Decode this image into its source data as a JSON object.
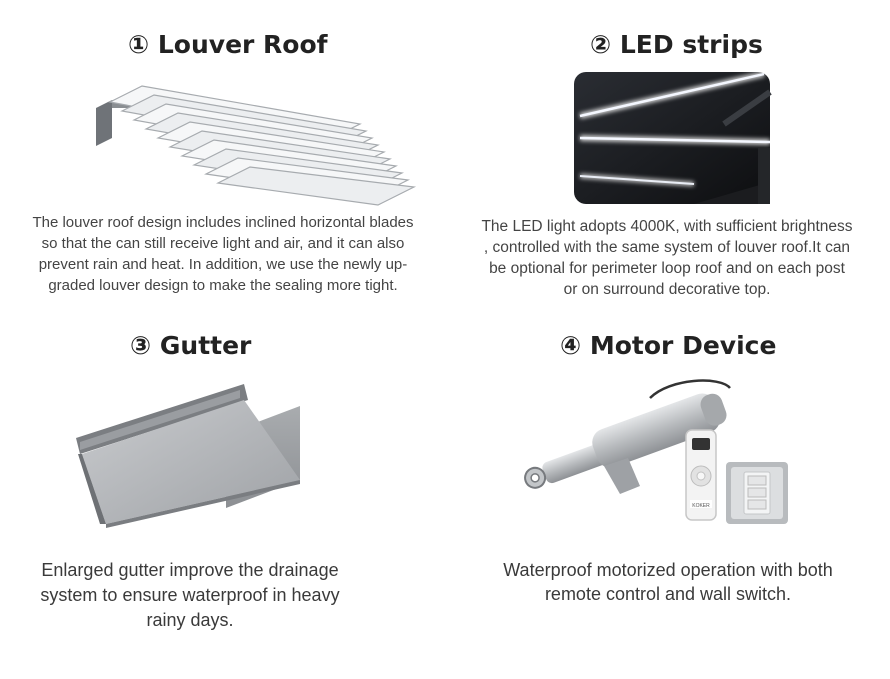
{
  "sections": [
    {
      "title": "① Louver Roof",
      "icon": "louver-roof-image",
      "lines": [
        "The louver roof design includes inclined horizontal blades",
        "so that the  can still receive light and air, and it can also",
        "prevent rain and heat. In addition, we use the newly up-",
        "graded louver design to make the sealing more tight."
      ]
    },
    {
      "title": "② LED strips",
      "icon": "led-strips-photo",
      "lines": [
        "The LED light adopts 4000K, with sufficient brightness",
        ",  controlled with the same system of louver roof.It can",
        "be optional for perimeter loop roof and on each post",
        "or on surround decorative top."
      ]
    },
    {
      "title": "③ Gutter",
      "icon": "gutter-image",
      "lines": [
        "Enlarged gutter improve the drainage",
        "system to ensure waterproof in heavy",
        "rainy days."
      ]
    },
    {
      "title": "④ Motor Device",
      "icon": "motor-device-image",
      "lines": [
        "Waterproof motorized operation with both",
        "remote control and wall switch."
      ],
      "remote_brand": "KOKER"
    }
  ]
}
